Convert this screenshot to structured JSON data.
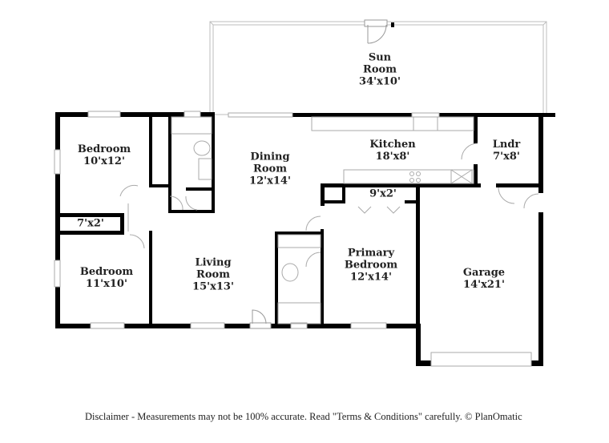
{
  "floorplan": {
    "rooms": [
      {
        "id": "sun-room",
        "name_lines": [
          "Sun",
          "Room"
        ],
        "dimensions": "34'x10'"
      },
      {
        "id": "bedroom-1",
        "name_lines": [
          "Bedroom"
        ],
        "dimensions": "10'x12'"
      },
      {
        "id": "dining-room",
        "name_lines": [
          "Dining",
          "Room"
        ],
        "dimensions": "12'x14'"
      },
      {
        "id": "kitchen",
        "name_lines": [
          "Kitchen"
        ],
        "dimensions": "18'x8'"
      },
      {
        "id": "laundry",
        "name_lines": [
          "Lndr"
        ],
        "dimensions": "7'x8'"
      },
      {
        "id": "closet-1",
        "name_lines": [],
        "dimensions": "7'x2'"
      },
      {
        "id": "closet-2",
        "name_lines": [],
        "dimensions": "9'x2'"
      },
      {
        "id": "bedroom-2",
        "name_lines": [
          "Bedroom"
        ],
        "dimensions": "11'x10'"
      },
      {
        "id": "living-room",
        "name_lines": [
          "Living",
          "Room"
        ],
        "dimensions": "15'x13'"
      },
      {
        "id": "primary-bedroom",
        "name_lines": [
          "Primary",
          "Bedroom"
        ],
        "dimensions": "12'x14'"
      },
      {
        "id": "garage",
        "name_lines": [
          "Garage"
        ],
        "dimensions": "14'x21'"
      }
    ],
    "colors": {
      "wall": "#000000",
      "light_wall": "#d0d0d0",
      "fixture": "#999999",
      "text": "#222222"
    }
  },
  "footer": {
    "disclaimer": "Disclaimer - Measurements may not be 100% accurate. Read \"Terms & Conditions\" carefully. © PlanOmatic"
  }
}
